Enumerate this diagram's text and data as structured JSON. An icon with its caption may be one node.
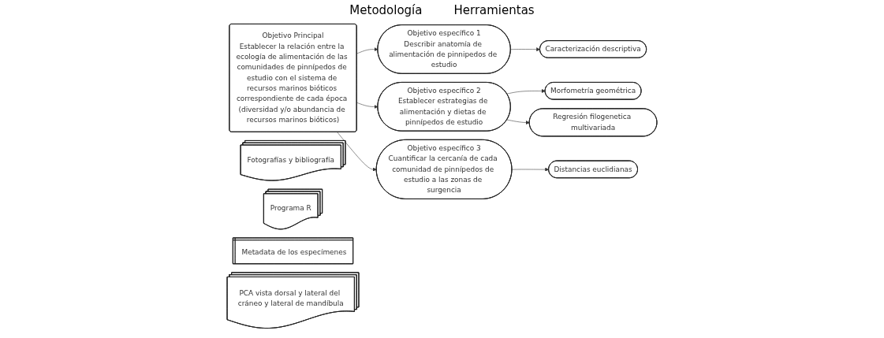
{
  "diagram": {
    "nodes": [
      {
        "text": [
          "Objetivo Principal",
          "Establecer la relación entre la ecología de alimentación de las comunidades de pinnípedos de estudio con el sistema de recursos marinos bióticos correspondiente de cada época (diversidad y/o abundancia de recursos marinos bióticos)"
        ]
      },
      {
        "text": [
          "Objetivo específico 1",
          "Describir anatomía de alimentación de pinnipedos de estudio"
        ]
      },
      {
        "text": [
          "Objetivo específico 2",
          "Establecer estrategias de alimentación y dietas de pinnípedos de estudio"
        ]
      },
      {
        "text": [
          "Objetivo específico 3",
          "Cuantificar la cercanía de cada comunidad de pinnípedos de estudio a las zonas de surgencia"
        ]
      },
      {
        "text": [
          "Caracterización descriptiva"
        ]
      },
      {
        "text": [
          "Morfometría geométrica"
        ]
      },
      {
        "text": [
          "Regresión filogenetica multivariada"
        ]
      },
      {
        "text": [
          "Distancias euclidianas"
        ]
      },
      {
        "text": [
          "Fotografías y bibliografía"
        ]
      },
      {
        "text": [
          "Programa R"
        ]
      },
      {
        "text": [
          "Metadata de los especímenes"
        ]
      },
      {
        "text": [
          "PCA vista dorsal y lateral del cráneo y lateral de mandíbula"
        ]
      }
    ],
    "edges": [
      {
        "from": 0,
        "to": 1,
        "arrow": "to"
      },
      {
        "from": 0,
        "to": 2,
        "arrow": "to"
      },
      {
        "from": 0,
        "to": 3,
        "arrow": "to"
      },
      {
        "from": 1,
        "to": 4,
        "arrow": "to"
      },
      {
        "from": 2,
        "to": 5,
        "arrow": "to"
      },
      {
        "from": 2,
        "to": 6,
        "arrow": "to"
      },
      {
        "from": 3,
        "to": 7,
        "arrow": "to"
      }
    ],
    "labels": [
      "Metodología",
      "Herramientas"
    ]
  }
}
